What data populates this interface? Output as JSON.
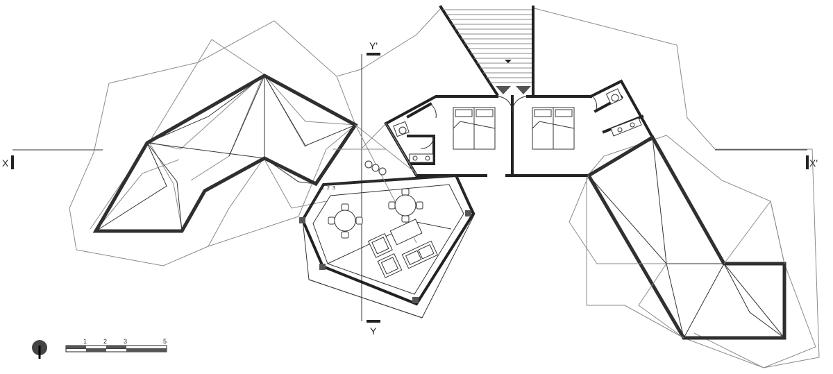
{
  "section_labels": {
    "x_left": "X",
    "x_right": "X'",
    "y_top": "Y'",
    "y_bottom": "Y"
  },
  "scale_bar": {
    "ticks": [
      "1",
      "2",
      "3",
      "5"
    ]
  },
  "stair_steps": [
    "1",
    "2",
    "3"
  ],
  "colors": {
    "line": "#2f2f2f",
    "thin_line": "#8a8a8a",
    "background": "#ffffff"
  }
}
